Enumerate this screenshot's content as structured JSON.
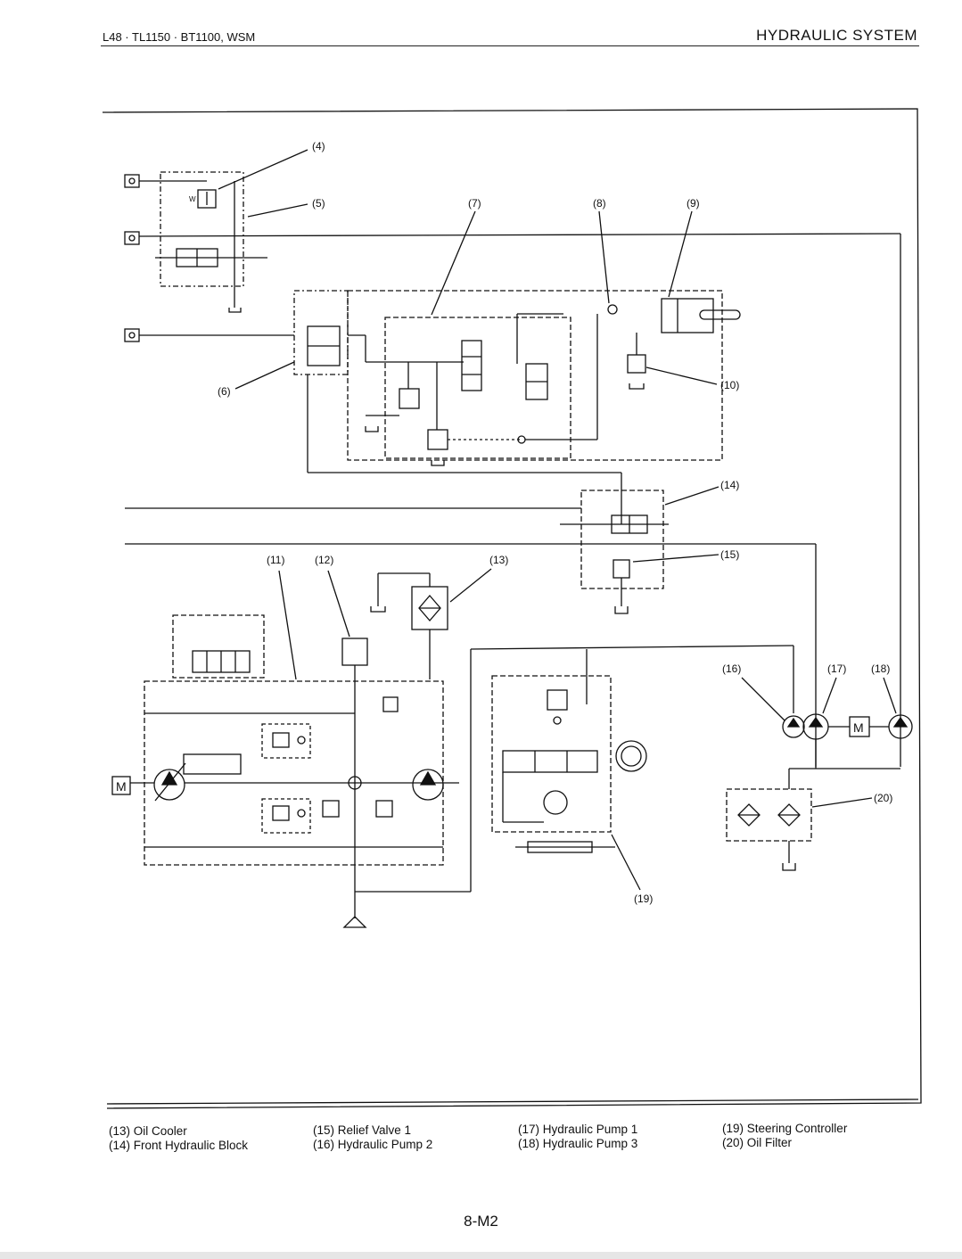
{
  "header": {
    "models": "L48 · TL1150 · BT1100, WSM",
    "section": "HYDRAULIC  SYSTEM"
  },
  "callouts": [
    "(4)",
    "(5)",
    "(6)",
    "(7)",
    "(8)",
    "(9)",
    "(10)",
    "(11)",
    "(12)",
    "(13)",
    "(14)",
    "(15)",
    "(16)",
    "(17)",
    "(18)",
    "(19)",
    "(20)"
  ],
  "symbols": {
    "motor": "M",
    "valve_spring": "W"
  },
  "legend": {
    "col1": [
      "(13) Oil Cooler",
      "(14) Front Hydraulic Block"
    ],
    "col2": [
      "(15) Relief Valve 1",
      "(16) Hydraulic Pump 2"
    ],
    "col3": [
      "(17) Hydraulic Pump 1",
      "(18) Hydraulic Pump 3"
    ],
    "col4": [
      "(19) Steering Controller",
      "(20) Oil Filter"
    ]
  },
  "footer": {
    "page": "8-M2"
  }
}
